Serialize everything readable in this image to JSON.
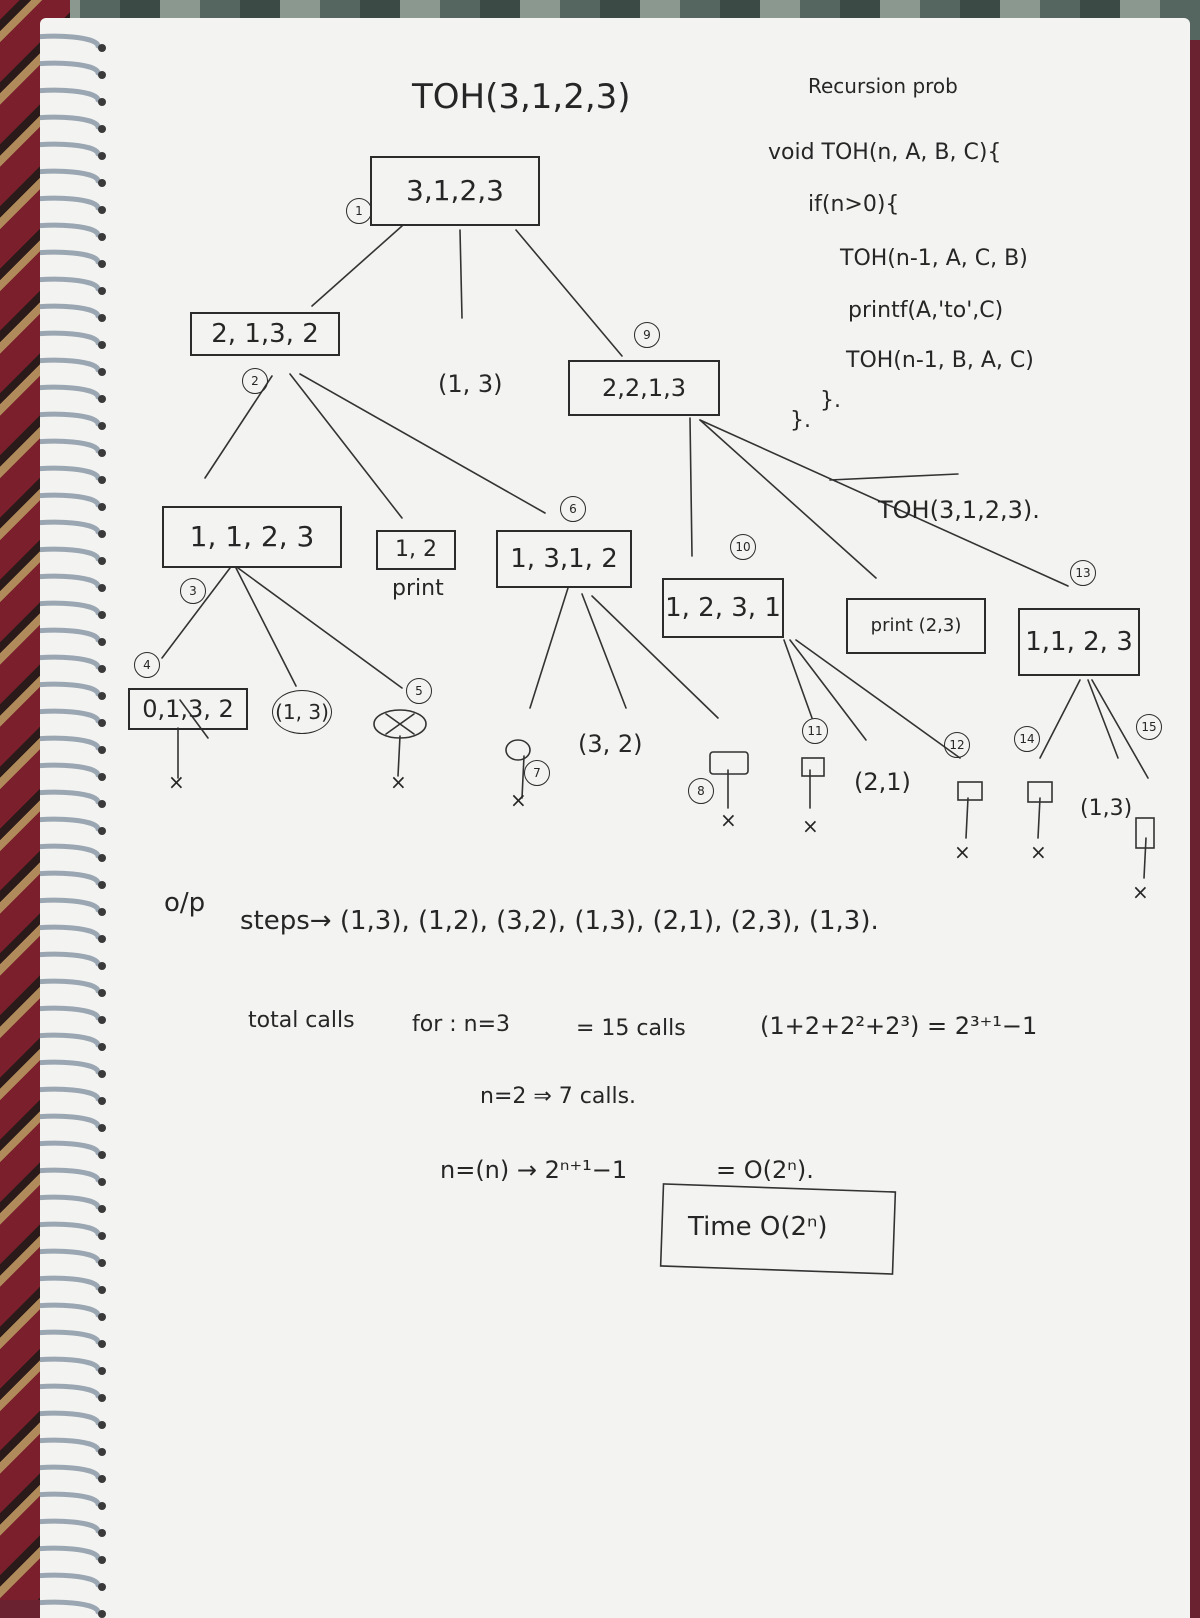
{
  "top_title": "TOH(3,1,2,3)",
  "code_header": "Recursion prob",
  "code_lines": [
    "void TOH(n, A, B, C){",
    "if(n>0){",
    "TOH(n-1, A, C, B)",
    "printf(A,'to',C)",
    "TOH(n-1, B, A, C)",
    "}.",
    "}."
  ],
  "code_call": "TOH(3,1,2,3).",
  "nodes": {
    "root": "3,1,2,3",
    "n2": "2, 1,3, 2",
    "n9": "2,2,1,3",
    "n3": "1, 1, 2, 3",
    "n6": "1, 3,1, 2",
    "n10": "1, 2, 3, 1",
    "n13": "1,1, 2, 3",
    "n4": "0,1,3, 2"
  },
  "prints": {
    "root_move": "(1, 3)",
    "n2_move": "1, 2",
    "n2_print_word": "print",
    "n3_move": "(1, 3)",
    "n6_move": "(3, 2)",
    "n10_move": "(2,1)",
    "n9_print": "print (2,3)",
    "n13_move": "(1,3)"
  },
  "step_numbers": [
    "1",
    "2",
    "3",
    "4",
    "5",
    "6",
    "7",
    "8",
    "9",
    "10",
    "11",
    "12",
    "13",
    "14",
    "15"
  ],
  "output_label": "o/p",
  "output_steps": "steps→ (1,3), (1,2), (3,2), (1,3), (2,1), (2,3), (1,3).",
  "calls": {
    "label": "total calls",
    "for_n3": "for : n=3",
    "n3_calls": "= 15 calls",
    "formula": "(1+2+2²+2³) = 2³⁺¹−1",
    "n2_calls": "n=2 ⇒ 7 calls.",
    "general": "n=(n) → 2ⁿ⁺¹−1",
    "bigO": "= O(2ⁿ).",
    "boxed": "Time O(2ⁿ)"
  }
}
